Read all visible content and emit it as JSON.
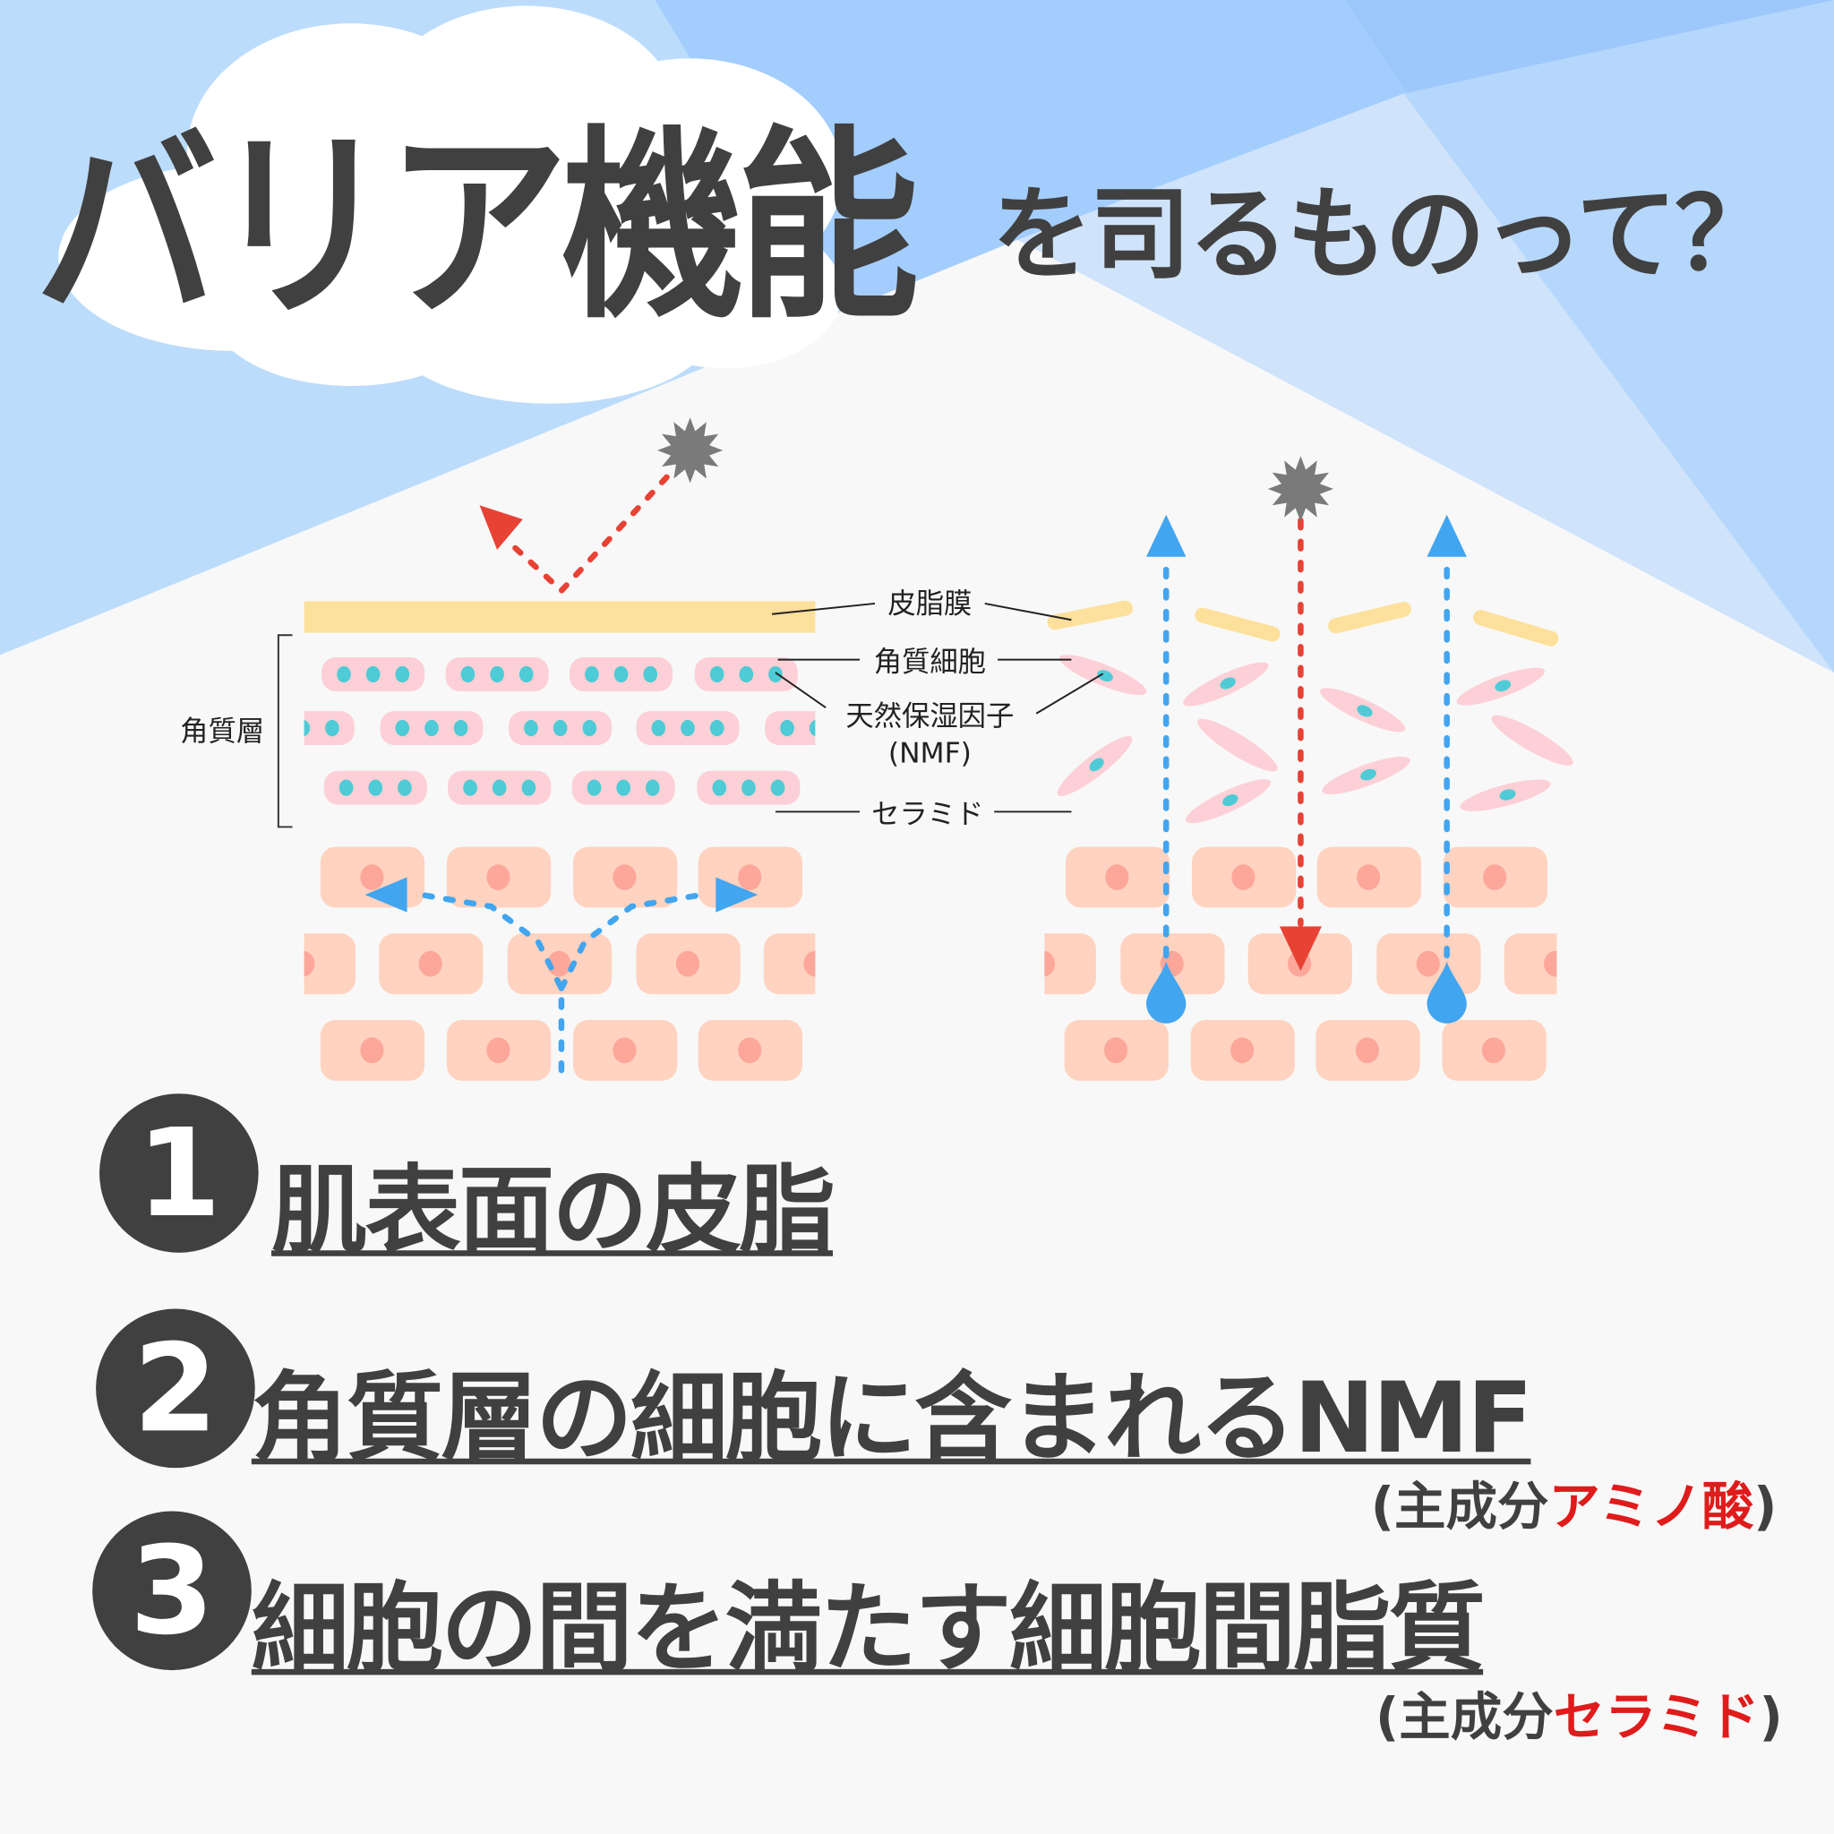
{
  "title": {
    "main": "バリア機能",
    "sub": "を司るものって？"
  },
  "diagram": {
    "labels": {
      "sebum_film": "皮脂膜",
      "corneocyte": "角質細胞",
      "nmf": "天然保湿因子",
      "nmf_abbr": "(NMF)",
      "ceramide": "セラミド",
      "stratum_corneum": "角質層"
    }
  },
  "items": [
    {
      "number": "1",
      "text": "肌表面の皮脂"
    },
    {
      "number": "2",
      "text": "角質層の細胞に含まれるNMF",
      "note_prefix": "(主成分",
      "note_highlight": "アミノ酸",
      "note_suffix": ")"
    },
    {
      "number": "3",
      "text": "細胞の間を満たす細胞間脂質",
      "note_prefix": "(主成分",
      "note_highlight": "セラミド",
      "note_suffix": ")"
    }
  ],
  "colors": {
    "text": "#404040",
    "highlight": "#e01b1b",
    "sky": "#bcdcfc",
    "sebum": "#fde09c",
    "corneocyte": "#fcd0d6",
    "nmf_dot": "#4ecbd6",
    "cell": "#ffd3c0",
    "nucleus": "#fca79a",
    "water": "#42a5f0",
    "damage": "#e84235"
  }
}
